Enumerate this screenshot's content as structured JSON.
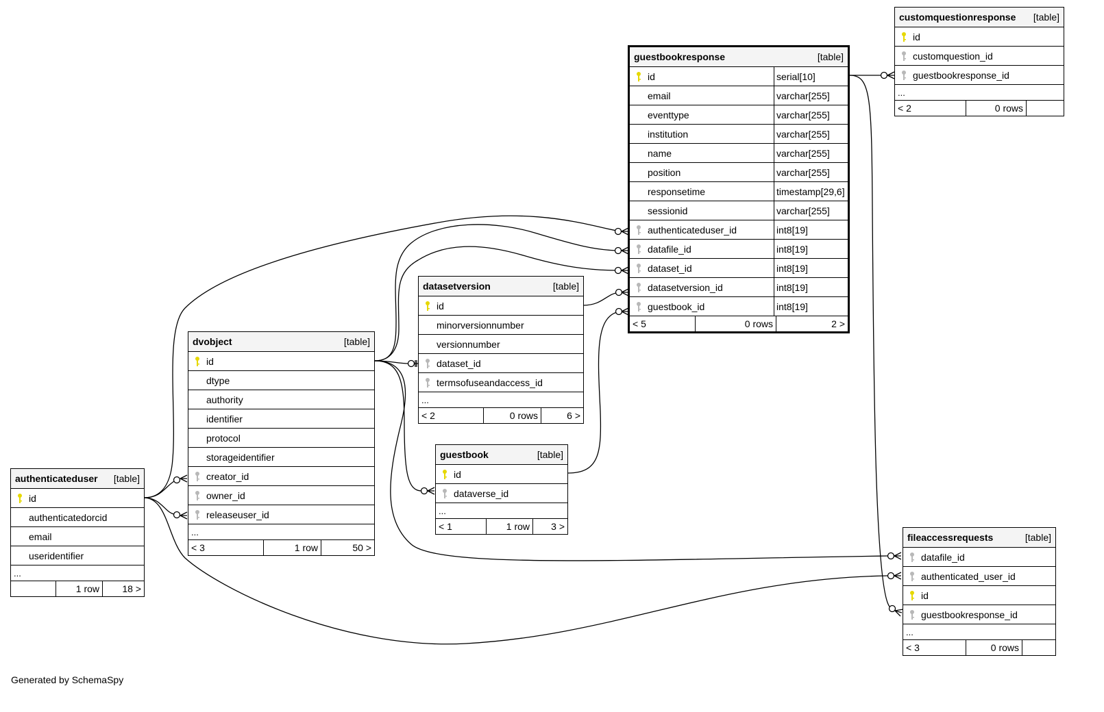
{
  "footer_text": "Generated by SchemaSpy",
  "table_tag": "[table]",
  "colors": {
    "primary_key": "#e6d800",
    "foreign_key": "#b8b8b8",
    "header_bg": "#f4f4f4"
  },
  "tables": {
    "guestbookresponse": {
      "name": "guestbookresponse",
      "columns": [
        {
          "name": "id",
          "type": "serial[10]",
          "key": "pk"
        },
        {
          "name": "email",
          "type": "varchar[255]",
          "key": ""
        },
        {
          "name": "eventtype",
          "type": "varchar[255]",
          "key": ""
        },
        {
          "name": "institution",
          "type": "varchar[255]",
          "key": ""
        },
        {
          "name": "name",
          "type": "varchar[255]",
          "key": ""
        },
        {
          "name": "position",
          "type": "varchar[255]",
          "key": ""
        },
        {
          "name": "responsetime",
          "type": "timestamp[29,6]",
          "key": ""
        },
        {
          "name": "sessionid",
          "type": "varchar[255]",
          "key": ""
        },
        {
          "name": "authenticateduser_id",
          "type": "int8[19]",
          "key": "fk"
        },
        {
          "name": "datafile_id",
          "type": "int8[19]",
          "key": "fk"
        },
        {
          "name": "dataset_id",
          "type": "int8[19]",
          "key": "fk"
        },
        {
          "name": "datasetversion_id",
          "type": "int8[19]",
          "key": "fk"
        },
        {
          "name": "guestbook_id",
          "type": "int8[19]",
          "key": "fk"
        }
      ],
      "footer": {
        "parents": "< 5",
        "rows": "0 rows",
        "children": "2 >"
      }
    },
    "customquestionresponse": {
      "name": "customquestionresponse",
      "columns": [
        {
          "name": "id",
          "key": "pk"
        },
        {
          "name": "customquestion_id",
          "key": "fk"
        },
        {
          "name": "guestbookresponse_id",
          "key": "fk"
        }
      ],
      "more": "...",
      "footer": {
        "parents": "< 2",
        "rows": "0 rows",
        "children": ""
      }
    },
    "datasetversion": {
      "name": "datasetversion",
      "columns": [
        {
          "name": "id",
          "key": "pk"
        },
        {
          "name": "minorversionnumber",
          "key": ""
        },
        {
          "name": "versionnumber",
          "key": ""
        },
        {
          "name": "dataset_id",
          "key": "fk"
        },
        {
          "name": "termsofuseandaccess_id",
          "key": "fk"
        }
      ],
      "more": "...",
      "footer": {
        "parents": "< 2",
        "rows": "0 rows",
        "children": "6 >"
      }
    },
    "dvobject": {
      "name": "dvobject",
      "columns": [
        {
          "name": "id",
          "key": "pk"
        },
        {
          "name": "dtype",
          "key": ""
        },
        {
          "name": "authority",
          "key": ""
        },
        {
          "name": "identifier",
          "key": ""
        },
        {
          "name": "protocol",
          "key": ""
        },
        {
          "name": "storageidentifier",
          "key": ""
        },
        {
          "name": "creator_id",
          "key": "fk"
        },
        {
          "name": "owner_id",
          "key": "fk"
        },
        {
          "name": "releaseuser_id",
          "key": "fk"
        }
      ],
      "more": "...",
      "footer": {
        "parents": "< 3",
        "rows": "1 row",
        "children": "50 >"
      }
    },
    "guestbook": {
      "name": "guestbook",
      "columns": [
        {
          "name": "id",
          "key": "pk"
        },
        {
          "name": "dataverse_id",
          "key": "fk"
        }
      ],
      "more": "...",
      "footer": {
        "parents": "< 1",
        "rows": "1 row",
        "children": "3 >"
      }
    },
    "authenticateduser": {
      "name": "authenticateduser",
      "columns": [
        {
          "name": "id",
          "key": "pk"
        },
        {
          "name": "authenticatedorcid",
          "key": ""
        },
        {
          "name": "email",
          "key": ""
        },
        {
          "name": "useridentifier",
          "key": ""
        }
      ],
      "more": "...",
      "footer": {
        "parents": "",
        "rows": "1 row",
        "children": "18 >"
      }
    },
    "fileaccessrequests": {
      "name": "fileaccessrequests",
      "columns": [
        {
          "name": "datafile_id",
          "key": "fk"
        },
        {
          "name": "authenticated_user_id",
          "key": "fk"
        },
        {
          "name": "id",
          "key": "pk"
        },
        {
          "name": "guestbookresponse_id",
          "key": "fk"
        }
      ],
      "more": "...",
      "footer": {
        "parents": "< 3",
        "rows": "0 rows",
        "children": ""
      }
    }
  }
}
